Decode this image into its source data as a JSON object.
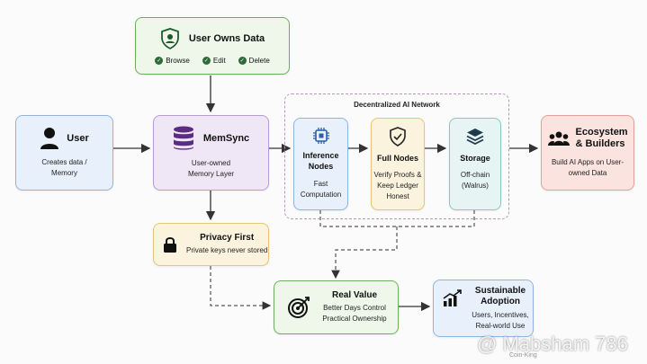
{
  "network_label": "Decentralized AI Network",
  "user_owns": {
    "title": "User Owns Data",
    "actions": [
      "Browse",
      "Edit",
      "Delete"
    ]
  },
  "user": {
    "title": "User",
    "sub": "Creates data / Memory"
  },
  "memsync": {
    "title": "MemSync",
    "sub": "User-owned Memory Layer"
  },
  "inference": {
    "title": "Inference Nodes",
    "sub": "Fast Computation"
  },
  "fullnodes": {
    "title": "Full Nodes",
    "sub": "Verify Proofs & Keep Ledger Honest"
  },
  "storage": {
    "title": "Storage",
    "sub": "Off-chain (Walrus)"
  },
  "ecosystem": {
    "title": "Ecosystem & Builders",
    "sub": "Build AI Apps on User-owned Data"
  },
  "privacy": {
    "title": "Privacy First",
    "sub": "Private keys never stored"
  },
  "realvalue": {
    "title": "Real Value",
    "sub": "Better Days Control Practical Ownership"
  },
  "sustain": {
    "title": "Sustainable Adoption",
    "sub": "Users, Incentives, Real-world Use"
  },
  "watermark": {
    "handle": "@ Mabsham 786",
    "small": "Coin-King"
  },
  "colors": {
    "green": "#eef7ea",
    "green_border": "#6cae5e",
    "blue": "#e8f1fb",
    "blue_border": "#8fb5de",
    "purple": "#efe7f6",
    "purple_border": "#b99bd3",
    "yellow": "#fbf3dd",
    "yellow_border": "#e3c771",
    "teal": "#e6f5f3",
    "teal_border": "#86c9bd",
    "red": "#fbe4e0",
    "red_border": "#e3a197"
  }
}
